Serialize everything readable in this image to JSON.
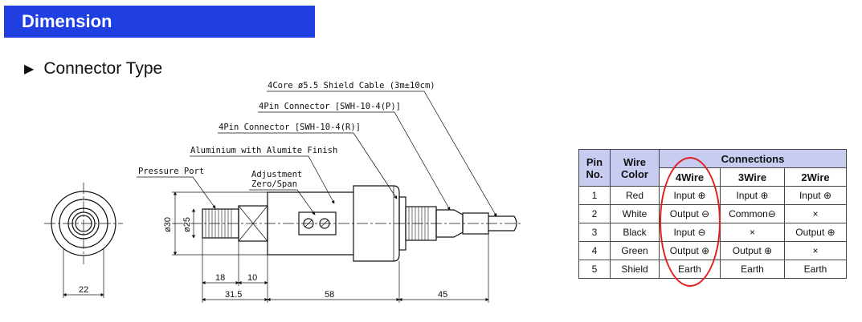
{
  "header": {
    "title": "Dimension",
    "bg_color": "#1f3fe0"
  },
  "section": {
    "marker": "▶",
    "title": "Connector  Type"
  },
  "drawing": {
    "callouts": {
      "cable": "4Core ø5.5 Shield Cable (3m±10cm)",
      "connector_p": "4Pin Connector [SWH-10-4(P)]",
      "connector_r": "4Pin Connector [SWH-10-4(R)]",
      "body": "Aluminium with Alumite Finish",
      "pressure_port": "Pressure Port",
      "adjustment_1": "Adjustment",
      "adjustment_2": "Zero/Span"
    },
    "dims": {
      "front": "22",
      "dia30": "ø30",
      "dia25": "ø25",
      "d18": "18",
      "d10": "10",
      "d31_5": "31.5",
      "d58": "58",
      "d45": "45"
    }
  },
  "table": {
    "headers": {
      "pin_1": "Pin",
      "pin_2": "No.",
      "color_1": "Wire",
      "color_2": "Color",
      "connections": "Connections",
      "w4": "4Wire",
      "w3": "3Wire",
      "w2": "2Wire"
    },
    "rows": [
      {
        "pin": "1",
        "color": "Red",
        "w4": "Input ⊕",
        "w3": "Input ⊕",
        "w2": "Input ⊕"
      },
      {
        "pin": "2",
        "color": "White",
        "w4": "Output ⊖",
        "w3": "Common⊖",
        "w2": "×"
      },
      {
        "pin": "3",
        "color": "Black",
        "w4": "Input ⊖",
        "w3": "×",
        "w2": "Output ⊕"
      },
      {
        "pin": "4",
        "color": "Green",
        "w4": "Output ⊕",
        "w3": "Output ⊕",
        "w2": "×"
      },
      {
        "pin": "5",
        "color": "Shield",
        "w4": "Earth",
        "w3": "Earth",
        "w2": "Earth"
      }
    ],
    "header_bg": "#c8ccf0",
    "highlight_color": "#e02020"
  }
}
